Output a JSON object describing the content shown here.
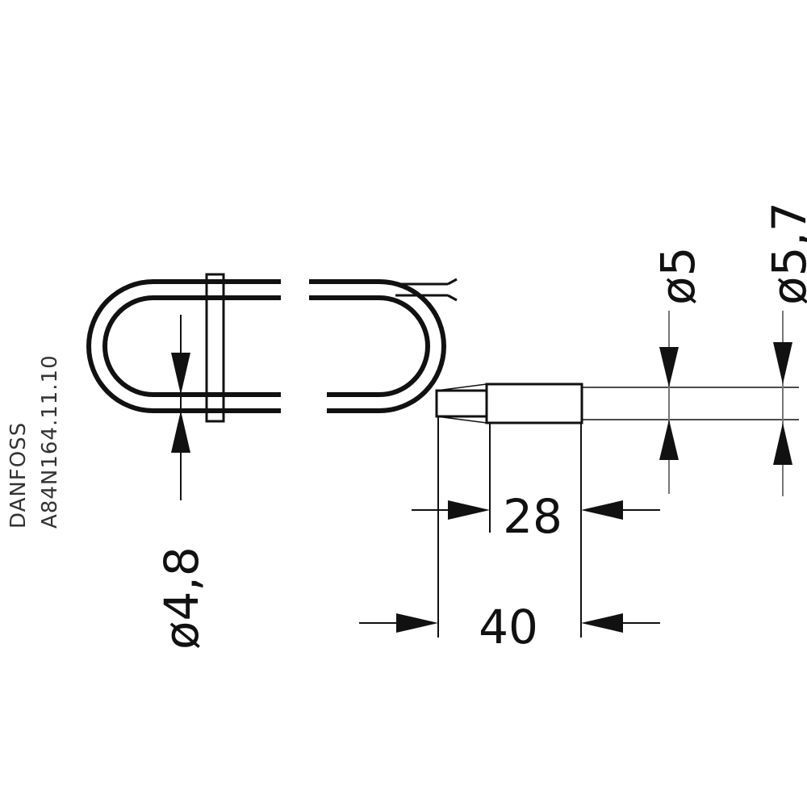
{
  "stamp": {
    "brand": "DANFOSS",
    "code": "A84N164.11.10"
  },
  "dimensions": {
    "tube_diameter": "ø4,8",
    "sensor_length_inner": "28",
    "sensor_length_outer": "40",
    "capillary_diameter": "ø5",
    "sensor_diameter": "ø5,7"
  },
  "colors": {
    "line": "#111111",
    "extension_line": "#777777",
    "stamp_text": "#333333",
    "background": "#ffffff"
  }
}
